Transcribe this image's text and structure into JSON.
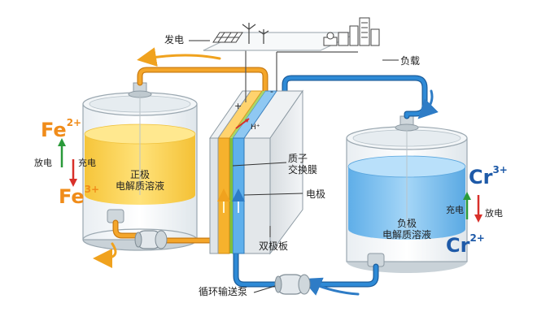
{
  "labels": {
    "power_gen": "发电",
    "load": "负载",
    "pos_line1": "正极",
    "pos_line2": "电解质溶液",
    "neg_line1": "负极",
    "neg_line2": "电解质溶液",
    "membrane_line1": "质子",
    "membrane_line2": "交换膜",
    "electrode": "电极",
    "bipolar_plate": "双极板",
    "pump": "循环输送泵",
    "h_plus": "H⁺",
    "plus_sign": "+",
    "minus_sign": "-"
  },
  "left_ions": {
    "top_base": "Fe",
    "top_sup": "2+",
    "bottom_base": "Fe",
    "bottom_sup": "3+",
    "discharge": "放电",
    "charge": "充电"
  },
  "right_ions": {
    "top_base": "Cr",
    "top_sup": "3+",
    "bottom_base": "Cr",
    "bottom_sup": "2+",
    "charge": "充电",
    "discharge": "放电"
  },
  "colors": {
    "orange": "#f0a21e",
    "blue": "#2e8ad6",
    "positive_electrolyte": "#ffd552",
    "negative_electrolyte": "#7cc0ef",
    "green_arrow": "#2a9a3a",
    "red_arrow": "#d8302a"
  },
  "icons": [
    "solar-panel-icon",
    "wind-turbine-icon",
    "factory-icon",
    "city-buildings-icon"
  ]
}
